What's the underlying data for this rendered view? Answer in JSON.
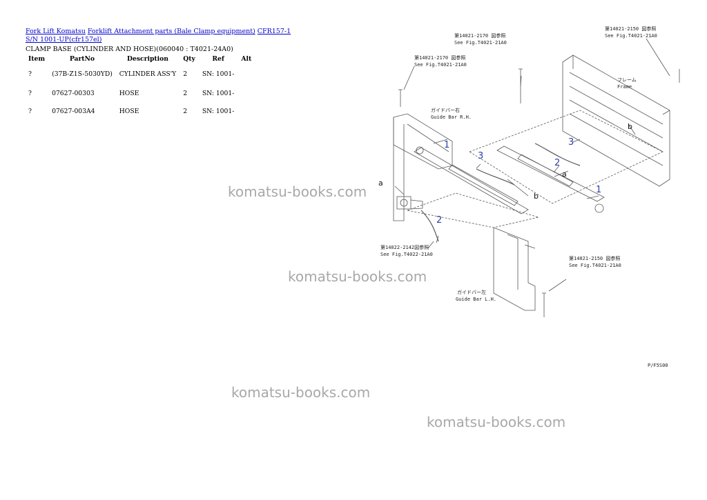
{
  "breadcrumbs": [
    {
      "label": "Fork Lift Komatsu"
    },
    {
      "label": "Forklift Attachment parts (Bale Clamp equipment)"
    },
    {
      "label": "CFR157-1 S/N 1001-UP(cfr157el)"
    }
  ],
  "page_title": "CLAMP BASE (CYLINDER AND HOSE)(060040 : T4021-24A0)",
  "table": {
    "headers": [
      "Item",
      "PartNo",
      "Description",
      "Qty",
      "Ref",
      "Alt"
    ],
    "rows": [
      {
        "item": "?",
        "part_no": "(37B-Z1S-5030YD)",
        "description": "CYLINDER ASS'Y",
        "qty": "2",
        "ref": "SN: 1001-",
        "alt": ""
      },
      {
        "item": "?",
        "part_no": "07627-00303",
        "description": "HOSE",
        "qty": "2",
        "ref": "SN: 1001-",
        "alt": ""
      },
      {
        "item": "?",
        "part_no": "07627-003A4",
        "description": "HOSE",
        "qty": "2",
        "ref": "SN: 1001-",
        "alt": ""
      }
    ]
  },
  "watermarks": [
    "komatsu-books.com",
    "komatsu-books.com",
    "komatsu-books.com",
    "komatsu-books.com"
  ],
  "diagram": {
    "callouts": {
      "n1": "1",
      "n2": "2",
      "n3": "3",
      "a": "a",
      "b": "b"
    },
    "labels": {
      "ref_2170_jp_1": "第14021-2170 図参照",
      "ref_2170_en_1": "See Fig.T4021-21A0",
      "ref_2170_jp_2": "第14021-2170 図参照",
      "ref_2170_en_2": "See Fig.T4021-21A0",
      "ref_2150_jp_1": "第14021-2150 図参照",
      "ref_2150_en_1": "See Fig.T4021-21A0",
      "frame_jp": "フレーム",
      "frame_en": "Frame",
      "guide_rh_jp": "ガイドバー右",
      "guide_rh_en": "Guide Bar R.H.",
      "ref_2142_jp": "第14022-2142図参照",
      "ref_2142_en": "See Fig.T4022-21A0",
      "ref_2150_jp_2": "第14021-2150 図参照",
      "ref_2150_en_2": "See Fig.T4021-21A0",
      "guide_lh_jp": "ガイドバー左",
      "guide_lh_en": "Guide Bar L.H.",
      "fig_code": "P/F5S00"
    }
  }
}
